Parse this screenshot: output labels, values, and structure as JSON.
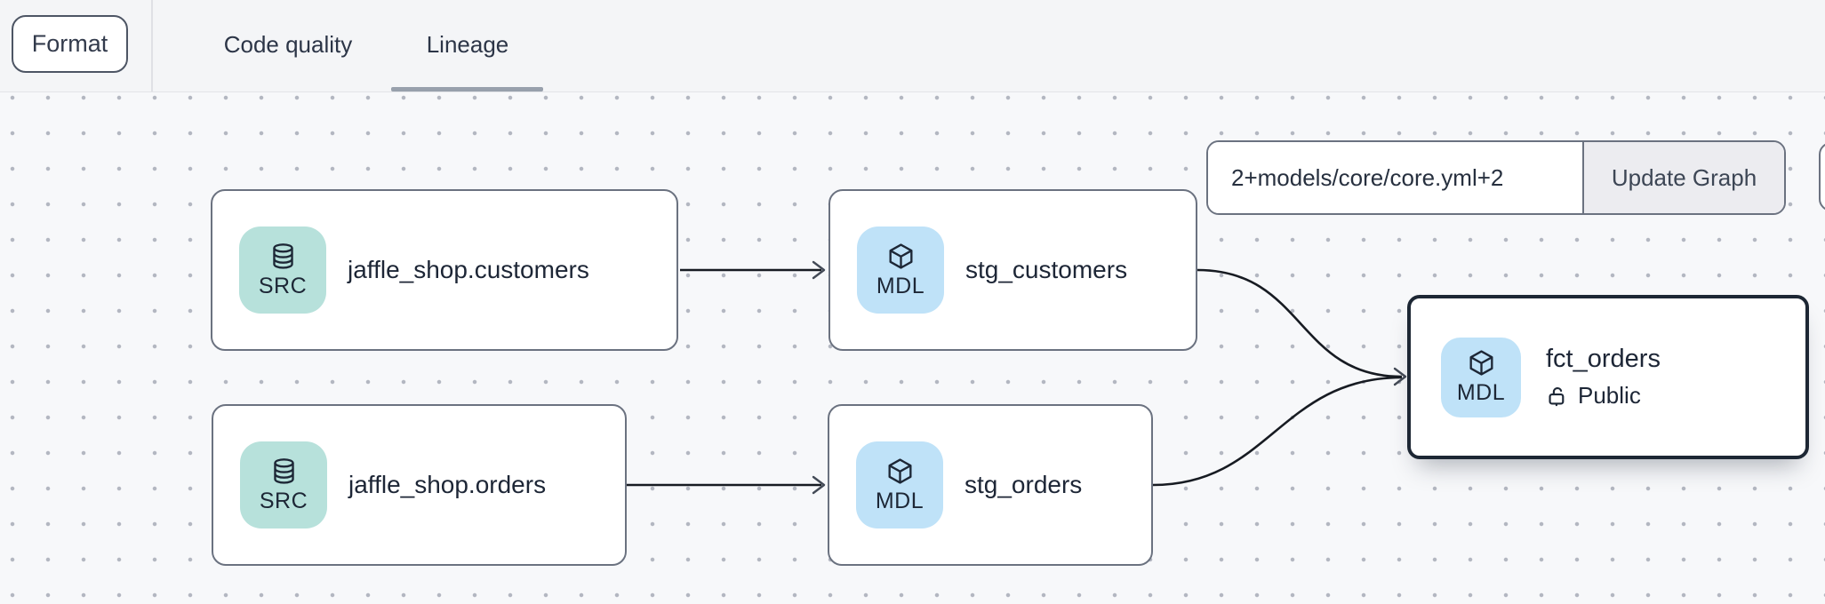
{
  "header": {
    "format_button": "Format",
    "tabs": [
      {
        "label": "Code quality",
        "active": false
      },
      {
        "label": "Lineage",
        "active": true
      }
    ]
  },
  "lineage_toolbar": {
    "selector_input_value": "2+models/core/core.yml+2",
    "update_graph_button": "Update Graph"
  },
  "graph": {
    "nodes": [
      {
        "label": "jaffle_shop.customers",
        "badge": "SRC",
        "kind": "source",
        "icon": "database-icon",
        "selected": false
      },
      {
        "label": "stg_customers",
        "badge": "MDL",
        "kind": "model",
        "icon": "cube-icon",
        "selected": false
      },
      {
        "label": "jaffle_shop.orders",
        "badge": "SRC",
        "kind": "source",
        "icon": "database-icon",
        "selected": false
      },
      {
        "label": "stg_orders",
        "badge": "MDL",
        "kind": "model",
        "icon": "cube-icon",
        "selected": false
      },
      {
        "label": "fct_orders",
        "badge": "MDL",
        "kind": "model",
        "icon": "cube-icon",
        "access": "Public",
        "access_icon": "unlock-icon",
        "selected": true
      }
    ],
    "edges": [
      {
        "from": "jaffle_shop.customers",
        "to": "stg_customers"
      },
      {
        "from": "jaffle_shop.orders",
        "to": "stg_orders"
      },
      {
        "from": "stg_customers",
        "to": "fct_orders"
      },
      {
        "from": "stg_orders",
        "to": "fct_orders"
      }
    ]
  },
  "colors": {
    "source_badge_bg": "#b7e1db",
    "model_badge_bg": "#bfe2f8",
    "node_border": "#6b7280",
    "selected_node_border": "#1d2734",
    "edge": "#171b22",
    "tab_underline": "#98a0ac",
    "header_bg": "#f4f5f7",
    "canvas_bg": "#f7f8fa",
    "update_button_bg": "#ececf0"
  }
}
